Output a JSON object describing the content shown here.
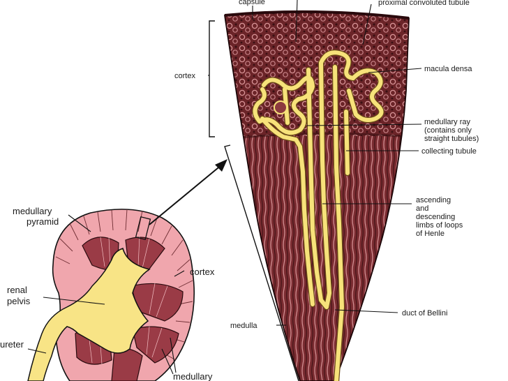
{
  "labels": {
    "capsule": "capsule",
    "proximal": "proximal convoluted tubule",
    "cortex_section": "cortex",
    "macula": "macula densa",
    "ray_1": "medullary ray",
    "ray_2": "(contains only",
    "ray_3": "straight tubules)",
    "collecting": "collecting tubule",
    "loops_1": "ascending",
    "loops_2": "and",
    "loops_3": "descending",
    "loops_4": "limbs of loops",
    "loops_5": "of Henle",
    "duct": "duct of Bellini",
    "medulla": "medulla",
    "pyramid_1": "medullary",
    "pyramid_2": "pyramid",
    "kidney_cortex": "cortex",
    "pelvis_1": "renal",
    "pelvis_2": "pelvis",
    "ureter": "ureter",
    "kidney_medullary": "medullary"
  },
  "colors": {
    "tissue_dark": "#5a1e22",
    "tissue_mid": "#8c3a3e",
    "tissue_light": "#c77a7e",
    "tubule_yellow": "#f7e27a",
    "kidney_pink": "#f0a6ad",
    "pelvis_yellow": "#f8e486",
    "pyramid_red": "#9a3b46",
    "line": "#111111"
  }
}
